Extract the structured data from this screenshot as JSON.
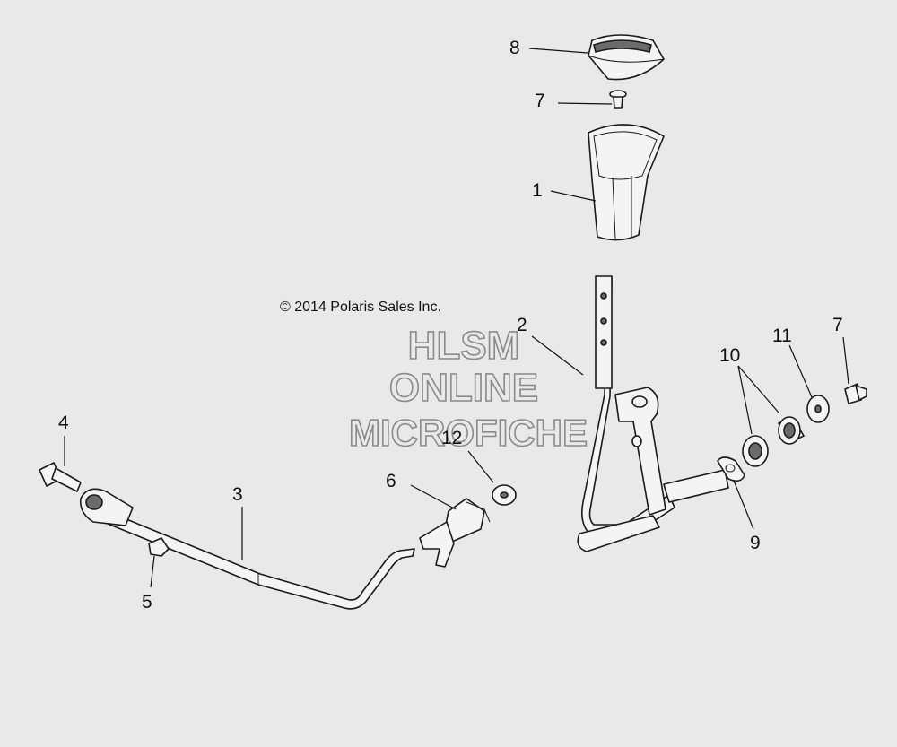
{
  "copyright": "© 2014 Polaris Sales Inc.",
  "watermark": {
    "line1": "HLSM",
    "line2": "ONLINE",
    "line3": "MICROFICHE"
  },
  "callouts": {
    "c1": "1",
    "c2": "2",
    "c3": "3",
    "c4": "4",
    "c5": "5",
    "c6": "6",
    "c7a": "7",
    "c7b": "7",
    "c8": "8",
    "c9": "9",
    "c10": "10",
    "c11": "11",
    "c12": "12"
  }
}
